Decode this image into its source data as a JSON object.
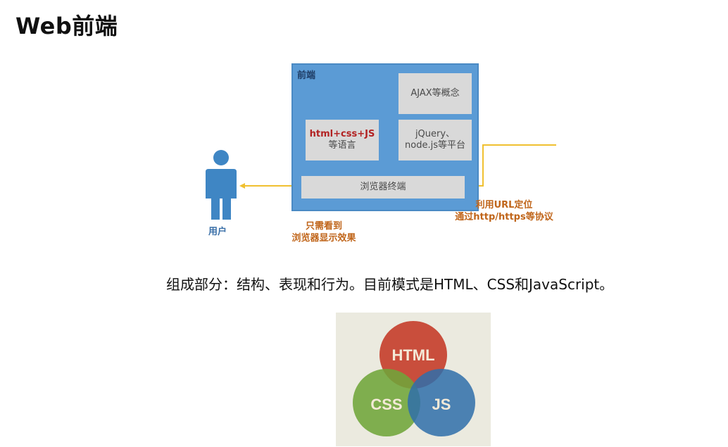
{
  "page": {
    "title": "Web前端"
  },
  "diagram": {
    "frontend_label": "前端",
    "ajax": "AJAX等概念",
    "lang_line1": "html+css+JS",
    "lang_line2": "等语言",
    "jquery": "jQuery、node.js等平台",
    "browser": "浏览器终端",
    "user": "用户",
    "caption_left_line1": "只需看到",
    "caption_left_line2": "浏览器显示效果",
    "caption_right_line1": "利用URL定位",
    "caption_right_line2": "通过http/https等协议",
    "colors": {
      "box": "#5b9bd5",
      "cell": "#d9d9d9",
      "arrow": "#f0c030",
      "user": "#3f86c4"
    }
  },
  "description": "组成部分：结构、表现和行为。目前模式是HTML、CSS和JavaScript。",
  "venn": {
    "html": "HTML",
    "css": "CSS",
    "js": "JS",
    "colors": {
      "html": "#c5402e",
      "css": "#6fa53a",
      "js": "#2f6eaa",
      "bg": "#ebeadf"
    }
  }
}
